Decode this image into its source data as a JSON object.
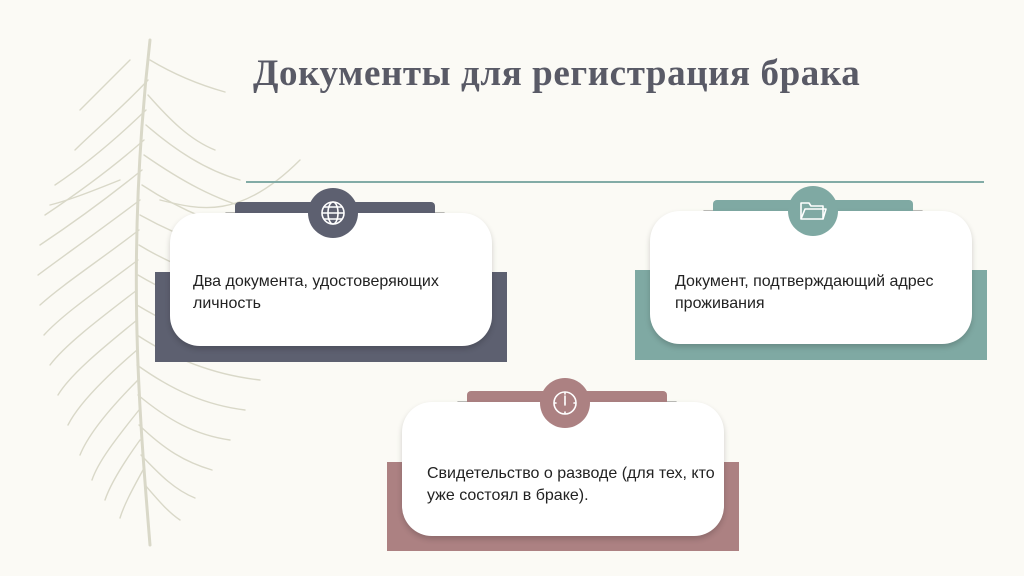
{
  "slide": {
    "title": "Документы для регистрация брака"
  },
  "colors": {
    "background": "#fbfaf5",
    "title": "#595a66",
    "divider": "#82aba6",
    "card1": "#5d6070",
    "card2": "#7fa9a3",
    "card3": "#ac8182",
    "feather": "#d9d8c8"
  },
  "cards": [
    {
      "icon": "globe-icon",
      "text": "Два документа, удостоверяющих личность"
    },
    {
      "icon": "folder-icon",
      "text": "Документ, подтверждающий адрес проживания"
    },
    {
      "icon": "clock-icon",
      "text": "Свидетельство о разводе (для тех, кто уже состоял в браке)."
    }
  ]
}
